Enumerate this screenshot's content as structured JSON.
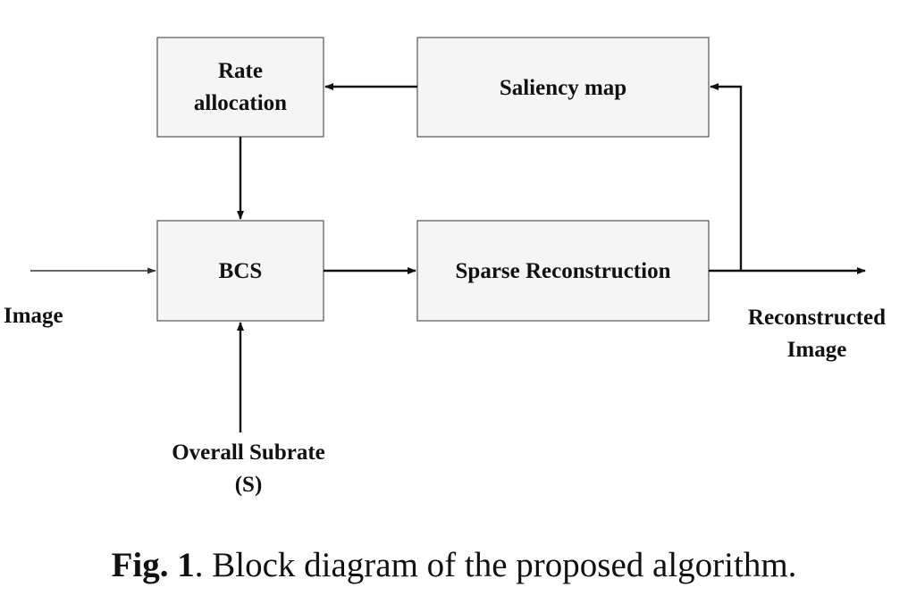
{
  "blocks": {
    "rate_allocation": [
      "Rate",
      "allocation"
    ],
    "saliency_map": "Saliency map",
    "bcs": "BCS",
    "sparse_reconstruction": "Sparse Reconstruction"
  },
  "inputs": {
    "image": "Image",
    "overall_subrate": [
      "Overall Subrate",
      "(S)"
    ]
  },
  "outputs": {
    "reconstructed_image": [
      "Reconstructed",
      "Image"
    ]
  },
  "caption": {
    "label": "Fig. 1",
    "text": ". Block diagram of the proposed algorithm."
  },
  "colors": {
    "block_fill": "#f5f5f5",
    "block_stroke": "#555555",
    "arrow": "#111111"
  }
}
